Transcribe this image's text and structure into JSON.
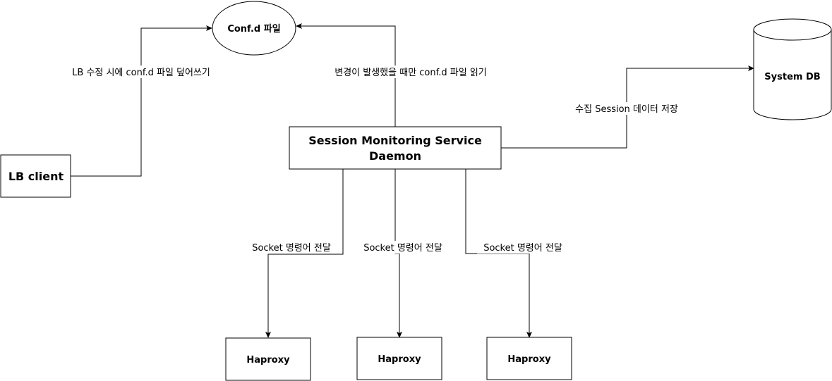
{
  "nodes": {
    "confd": "Conf.d 파일",
    "system_db": "System DB",
    "lb_client": "LB client",
    "daemon_line1": "Session Monitoring Service",
    "daemon_line2": "Daemon",
    "haproxy_1": "Haproxy",
    "haproxy_2": "Haproxy",
    "haproxy_3": "Haproxy"
  },
  "edges": {
    "lb_to_confd": "LB 수정 시에 conf.d 파일 덮어쓰기",
    "daemon_to_confd": "변경이 발생했을 때만 conf.d 파일 읽기",
    "daemon_to_db": "수집 Session 데이터 저장",
    "daemon_to_haproxy_1": "Socket 명령어 전달",
    "daemon_to_haproxy_2": "Socket 명령어 전달",
    "daemon_to_haproxy_3": "Socket 명령어 전달"
  }
}
